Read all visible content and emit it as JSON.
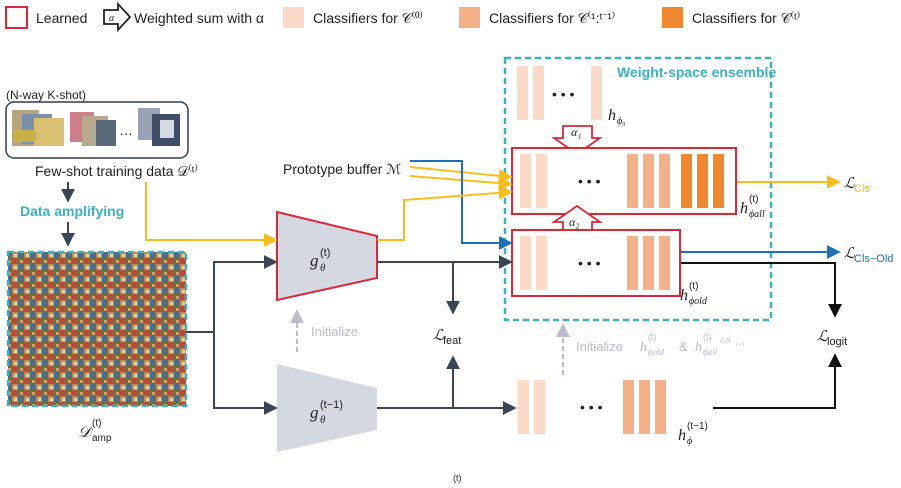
{
  "legend": {
    "learned": "Learned",
    "weighted_sum": "Weighted sum with α",
    "alpha_symbol": "α",
    "cls_c0": "Classifiers for 𝒞⁽⁰⁾",
    "cls_c1t": "Classifiers for 𝒞⁽¹:ᵗ⁻¹⁾",
    "cls_ct": "Classifiers for 𝒞⁽ᵗ⁾"
  },
  "colors": {
    "learned_border": "#d9283a",
    "cls_c0": "#fbdac8",
    "cls_c1t": "#f5b088",
    "cls_ct": "#f1882f",
    "ensemble_border": "#3ab1c2",
    "yellow_arrow": "#f5be1b",
    "blue_arrow": "#1f6fb4",
    "dark_arrow": "#3a4654",
    "encoder_fill": "#d4d8e0",
    "faded_arrow": "#b8bccb"
  },
  "inputs": {
    "nk_label": "(N-way K-shot)",
    "few_shot_label": "Few-shot training data 𝒟⁽ᵗ⁾",
    "ellipsis": "…",
    "amplify_label": "Data amplifying",
    "amp_label": "𝒟",
    "amp_sub": "amp",
    "amp_sup": "(t)",
    "prototype_label": "Prototype buffer ℳ"
  },
  "encoders": {
    "new": {
      "g": "g",
      "sub": "θ",
      "sup": "(t)"
    },
    "old": {
      "g": "g",
      "sub": "θ",
      "sup": "(t−1)"
    },
    "initialize": "Initialize"
  },
  "ensemble": {
    "title": "Weight-space ensemble",
    "alpha1": "α₁",
    "alpha2": "α₂",
    "ellipsis": "• • •",
    "h0": {
      "h": "h",
      "sub": "ϕ₀"
    },
    "hall": {
      "h": "h",
      "sub": "ϕall",
      "sup": "(t)"
    },
    "hold": {
      "h": "h",
      "sub": "ϕold",
      "sup": "(t)"
    },
    "hprev": {
      "h": "h",
      "sub": "ϕ",
      "sup": "(t−1)"
    },
    "init_text_1": "Initialize",
    "init_h1": {
      "h": "h",
      "sub": "ϕold",
      "sup": "(t)"
    },
    "init_amp": "&",
    "init_h2": {
      "h": "h",
      "sub": "ϕall",
      "sup": "(t)",
      "subsub": "0:N",
      "subsubsub": "t−1"
    }
  },
  "losses": {
    "cls": {
      "L": "ℒ",
      "sub": "Cls"
    },
    "cls_old": {
      "L": "ℒ",
      "sub": "Cls−Old"
    },
    "feat": {
      "L": "ℒ",
      "sub": "feat"
    },
    "logit": {
      "L": "ℒ",
      "sub": "logit"
    }
  },
  "footer_fragment": "(t)"
}
